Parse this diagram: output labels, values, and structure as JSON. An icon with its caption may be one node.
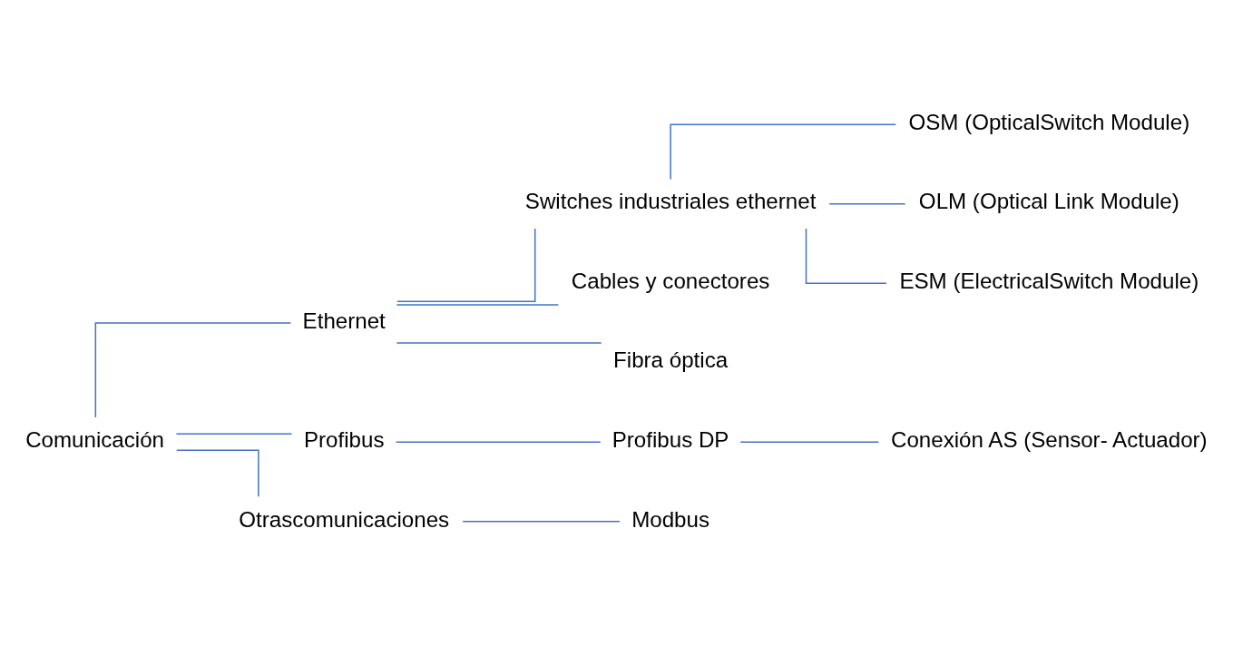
{
  "diagram": {
    "nodes": [
      {
        "text": [
          "Comunicación"
        ]
      },
      {
        "text": [
          "Ethernet"
        ]
      },
      {
        "text": [
          "Profibus"
        ]
      },
      {
        "text": [
          "Otrascomunicaciones"
        ]
      },
      {
        "text": [
          "Switches industriales ethernet"
        ]
      },
      {
        "text": [
          "Cables y conectores"
        ]
      },
      {
        "text": [
          "Fibra óptica"
        ]
      },
      {
        "text": [
          "OSM (OpticalSwitch Module)"
        ]
      },
      {
        "text": [
          "OLM (Optical Link Module)"
        ]
      },
      {
        "text": [
          "ESM (ElectricalSwitch Module)"
        ]
      },
      {
        "text": [
          "Profibus DP"
        ]
      },
      {
        "text": [
          "Conexión AS (Sensor- Actuador)"
        ]
      },
      {
        "text": [
          "Modbus"
        ]
      }
    ],
    "edges": [
      {
        "from": 0,
        "to": 1,
        "arrow": "none"
      },
      {
        "from": 0,
        "to": 2,
        "arrow": "none"
      },
      {
        "from": 0,
        "to": 3,
        "arrow": "none"
      },
      {
        "from": 1,
        "to": 4,
        "arrow": "none"
      },
      {
        "from": 1,
        "to": 5,
        "arrow": "none"
      },
      {
        "from": 1,
        "to": 6,
        "arrow": "none"
      },
      {
        "from": 4,
        "to": 7,
        "arrow": "none"
      },
      {
        "from": 4,
        "to": 8,
        "arrow": "none"
      },
      {
        "from": 4,
        "to": 9,
        "arrow": "none"
      },
      {
        "from": 2,
        "to": 10,
        "arrow": "none"
      },
      {
        "from": 10,
        "to": 11,
        "arrow": "none"
      },
      {
        "from": 3,
        "to": 12,
        "arrow": "none"
      }
    ]
  }
}
